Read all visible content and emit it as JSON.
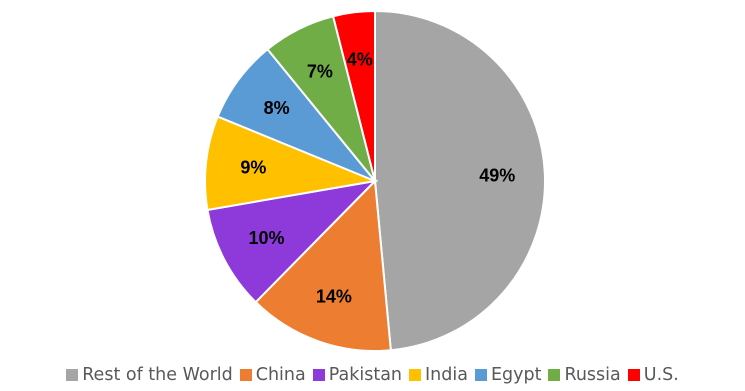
{
  "chart_data": {
    "type": "pie",
    "title": "",
    "legend_position": "bottom",
    "start_angle_deg": 0,
    "direction": "clockwise",
    "slices": [
      {
        "name": "Rest of the World",
        "value": 49,
        "label": "49%",
        "color": "#A5A5A5"
      },
      {
        "name": "China",
        "value": 14,
        "label": "14%",
        "color": "#ED7D31"
      },
      {
        "name": "Pakistan",
        "value": 10,
        "label": "10%",
        "color": "#8E3ADB"
      },
      {
        "name": "India",
        "value": 9,
        "label": "9%",
        "color": "#FFC000"
      },
      {
        "name": "Egypt",
        "value": 8,
        "label": "8%",
        "color": "#5B9BD5"
      },
      {
        "name": "Russia",
        "value": 7,
        "label": "7%",
        "color": "#70AD47"
      },
      {
        "name": "U.S.",
        "value": 4,
        "label": "4%",
        "color": "#FF0000"
      }
    ]
  }
}
